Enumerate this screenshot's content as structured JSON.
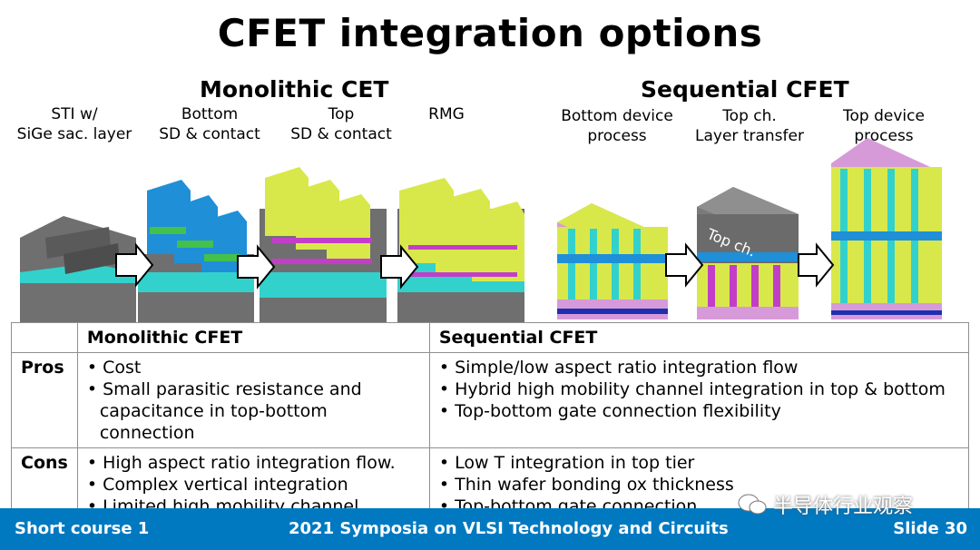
{
  "title": "CFET integration options",
  "monolithic": {
    "heading": "Monolithic CET",
    "steps": [
      {
        "line1": "STI w/",
        "line2": "SiGe sac. layer"
      },
      {
        "line1": "Bottom",
        "line2": "SD & contact"
      },
      {
        "line1": "Top",
        "line2": "SD & contact"
      },
      {
        "line1": "RMG",
        "line2": ""
      }
    ]
  },
  "sequential": {
    "heading": "Sequential CFET",
    "steps": [
      {
        "line1": "Bottom device",
        "line2": "process"
      },
      {
        "line1": "Top ch.",
        "line2": "Layer transfer"
      },
      {
        "line1": "Top device",
        "line2": "process"
      }
    ],
    "block_label": "Top ch."
  },
  "table": {
    "col1": "Monolithic CFET",
    "col2": "Sequential CFET",
    "rows": [
      {
        "label": "Pros",
        "mono": [
          "Cost",
          "Small parasitic resistance and capacitance in top-bottom connection"
        ],
        "seq": [
          "Simple/low aspect ratio integration flow",
          "Hybrid high mobility channel integration in top & bottom",
          "Top-bottom gate connection flexibility"
        ]
      },
      {
        "label": "Cons",
        "mono": [
          "High aspect ratio integration flow.",
          "Complex vertical integration",
          "Limited high mobility channel options"
        ],
        "seq": [
          "Low T integration in top tier",
          "Thin wafer bonding ox thickness",
          "Top-bottom gate connection"
        ]
      }
    ]
  },
  "footer": {
    "left": "Short course 1",
    "center": "2021 Symposia on VLSI Technology and Circuits",
    "right": "Slide 30"
  },
  "watermark": "半导体行业观察",
  "colors": {
    "footer": "#0079c1",
    "cyan": "#33d1cc",
    "blue": "#1f8fd8",
    "yellow": "#d8e84a",
    "gray": "#6f6f6f",
    "magenta": "#c23ec9",
    "pink": "#d79ad8"
  }
}
